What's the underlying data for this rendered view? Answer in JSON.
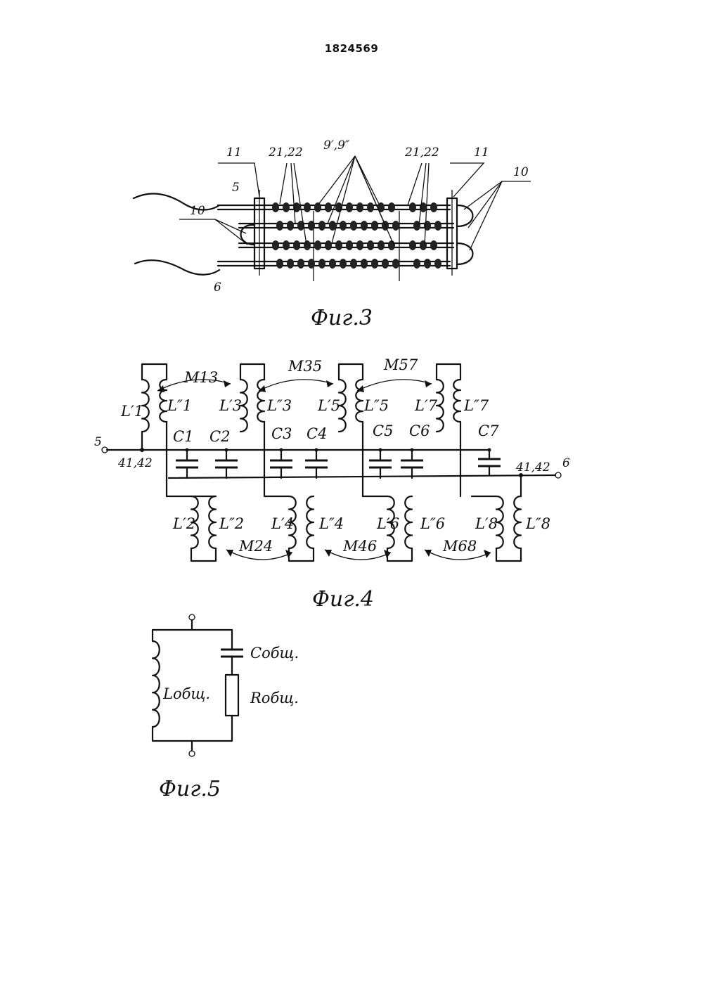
{
  "header": {
    "doc_number": "1824569"
  },
  "fig3": {
    "caption": "Фиг.3",
    "labels": {
      "l11_left": "11",
      "l11_right": "11",
      "l21_22_left": "21,22",
      "l21_22_right": "21,22",
      "l9": "9′,9″",
      "l10_left": "10",
      "l10_right": "10",
      "l5": "5",
      "l6": "6"
    }
  },
  "fig4": {
    "caption": "Фиг.4",
    "top_coils": [
      "L′1",
      "L″1",
      "L′3",
      "L″3",
      "L′5",
      "L″5",
      "L′7",
      "L″7"
    ],
    "bottom_coils": [
      "L′2",
      "L″2",
      "L′4",
      "L″4",
      "L′6",
      "L″6",
      "L′8",
      "L″8"
    ],
    "mutuals_top": [
      "M13",
      "M35",
      "M57"
    ],
    "mutuals_bottom": [
      "M24",
      "M46",
      "M68"
    ],
    "capacitors": [
      "C1",
      "C2",
      "C3",
      "C4",
      "C5",
      "C6",
      "C7"
    ],
    "terminals": {
      "left_num": "5",
      "left_label": "41,42",
      "right_num": "6",
      "right_label": "41,42"
    }
  },
  "fig5": {
    "caption": "Фиг.5",
    "L": "Lобщ.",
    "C": "Cобщ.",
    "R": "Rобщ."
  }
}
